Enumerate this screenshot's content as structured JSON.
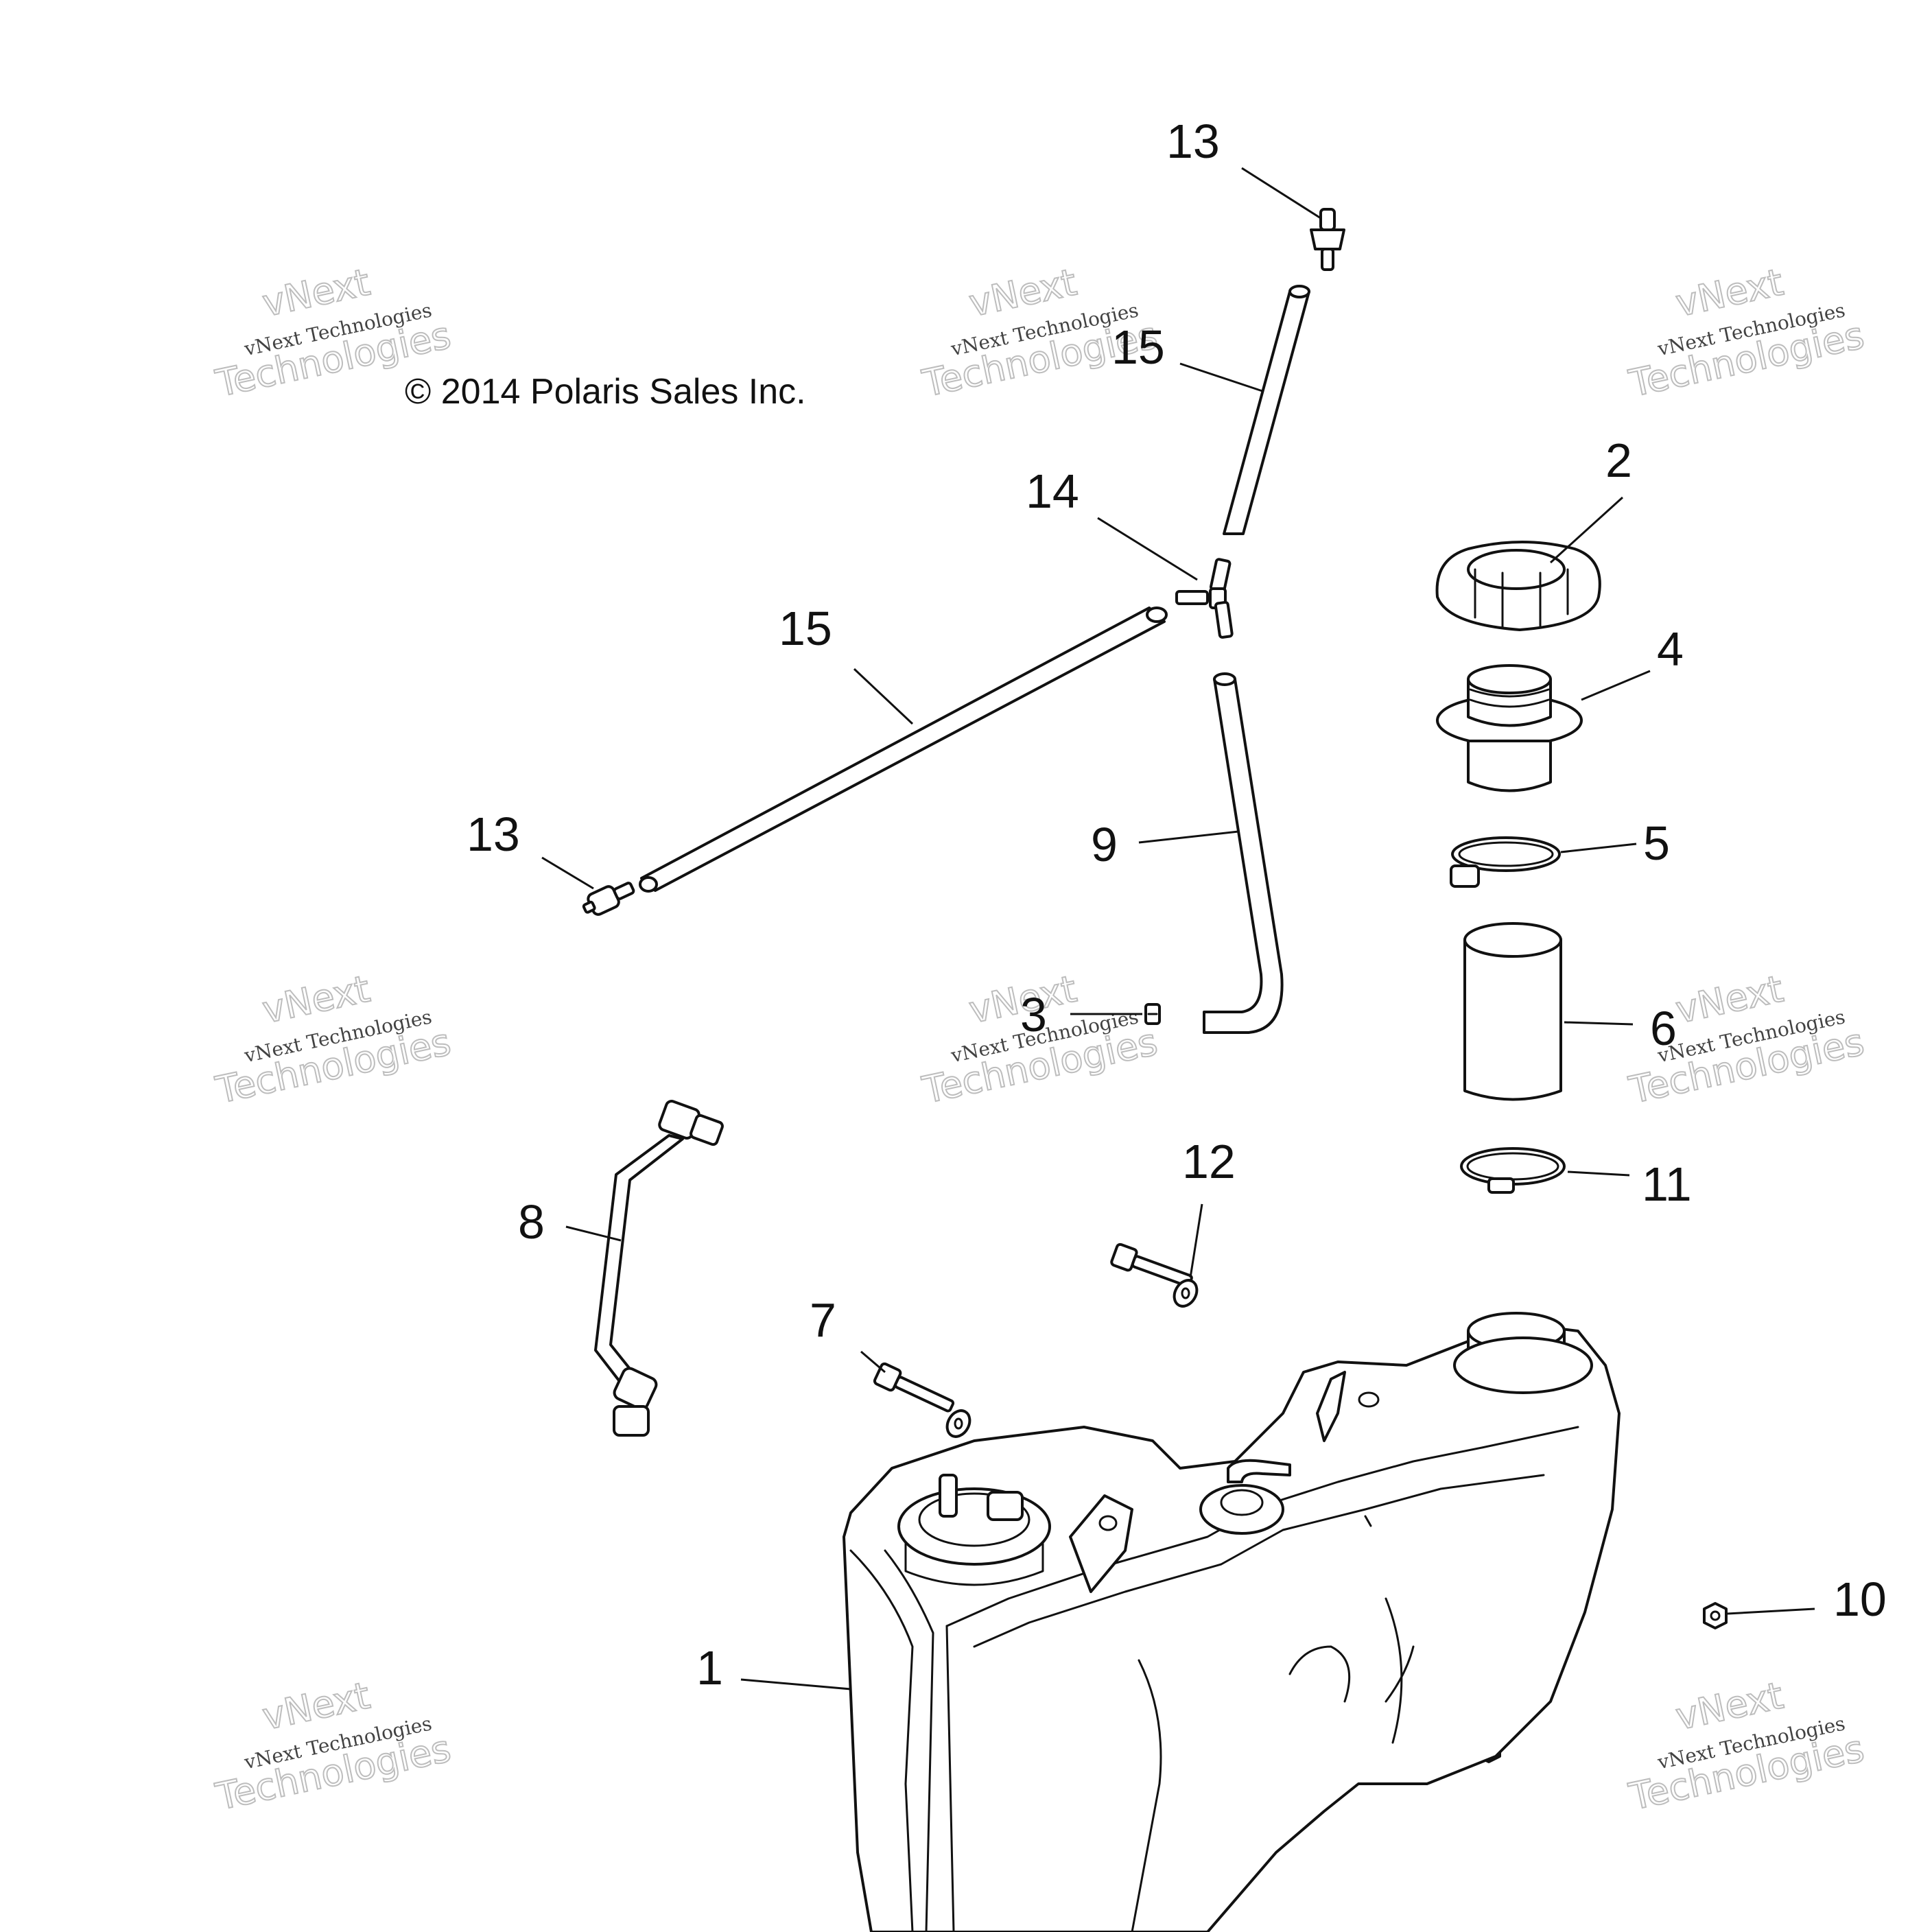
{
  "diagram": {
    "copyright": "© 2014 Polaris Sales Inc.",
    "watermark": {
      "line1": "vNext",
      "line2": "vNext Technologies",
      "line3": "Technologies"
    },
    "callouts": [
      "13",
      "15",
      "2",
      "14",
      "15",
      "4",
      "13",
      "9",
      "5",
      "3",
      "6",
      "8",
      "12",
      "11",
      "7",
      "10",
      "1"
    ]
  }
}
